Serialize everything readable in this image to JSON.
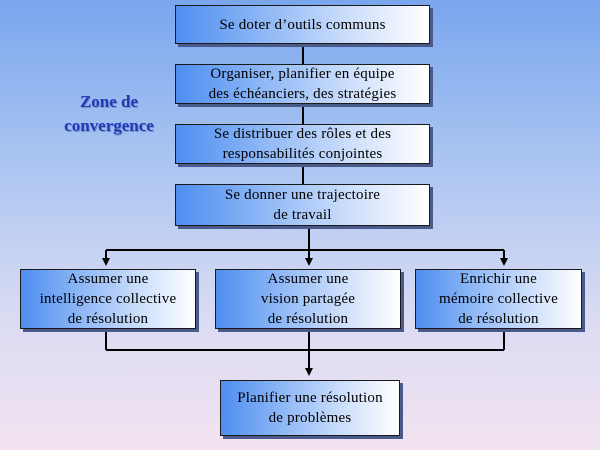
{
  "diagram": {
    "side_label": "Zone de\nconvergence",
    "nodes": {
      "n1": "Se doter d’outils communs",
      "n2": "Organiser, planifier en équipe\ndes échéanciers, des stratégies",
      "n3": "Se distribuer des rôles et des\nresponsabilités conjointes",
      "n4": "Se donner une  trajectoire\nde travail",
      "n5": "Assumer une\nintelligence collective\nde résolution",
      "n6": "Assumer une\nvision partagée\nde résolution",
      "n7": "Enrichir une\nmémoire collective\nde résolution",
      "n8": "Planifier une résolution\nde problèmes"
    },
    "colors": {
      "background_top": "#7aa6ee",
      "background_bottom": "#f3e3f1",
      "box_left": "#4f8ef0",
      "box_right": "#ffffff",
      "side_label": "#1d3bb8",
      "connector": "#000000"
    }
  }
}
